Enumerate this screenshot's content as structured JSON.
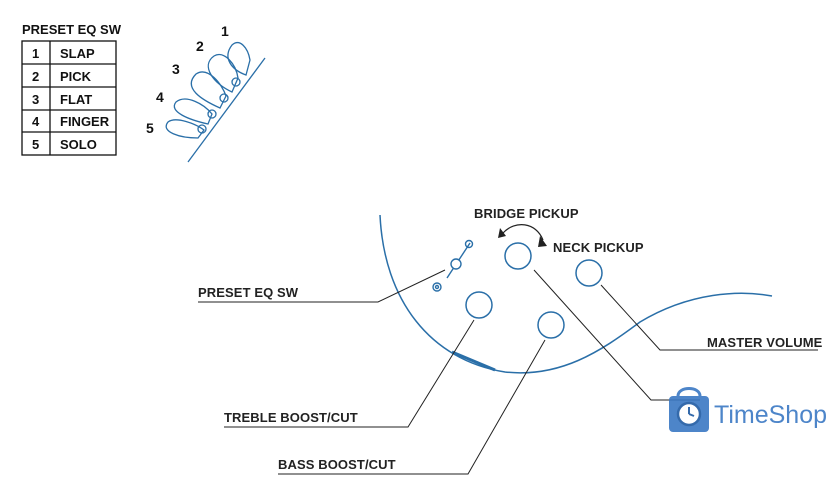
{
  "preset_table": {
    "title": "PRESET EQ SW",
    "rows": [
      {
        "num": "1",
        "name": "SLAP"
      },
      {
        "num": "2",
        "name": "PICK"
      },
      {
        "num": "3",
        "name": "FLAT"
      },
      {
        "num": "4",
        "name": "FINGER"
      },
      {
        "num": "5",
        "name": "SOLO"
      }
    ]
  },
  "switch_positions": [
    "1",
    "2",
    "3",
    "4",
    "5"
  ],
  "callouts": {
    "bridge_pickup": "BRIDGE PICKUP",
    "neck_pickup": "NECK PICKUP",
    "preset_eq_sw": "PRESET EQ SW",
    "master_volume": "MASTER VOLUME",
    "treble": "TREBLE BOOST/CUT",
    "bass": "BASS BOOST/CUT"
  },
  "watermark": {
    "text": "TimeShop",
    "icon": "shopping-bag-clock-icon",
    "color": "#3a78c4"
  },
  "colors": {
    "line": "#2a6fa8",
    "text": "#222222"
  }
}
